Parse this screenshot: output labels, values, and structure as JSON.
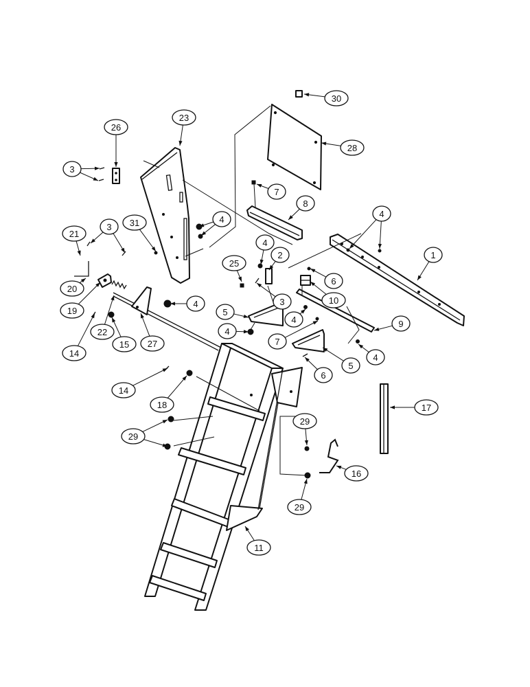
{
  "diagram": {
    "callouts": [
      {
        "id": "c30",
        "label": "30"
      },
      {
        "id": "c26",
        "label": "26"
      },
      {
        "id": "c23",
        "label": "23"
      },
      {
        "id": "c28",
        "label": "28"
      },
      {
        "id": "c3a",
        "label": "3"
      },
      {
        "id": "c7a",
        "label": "7"
      },
      {
        "id": "c8",
        "label": "8"
      },
      {
        "id": "c4a",
        "label": "4"
      },
      {
        "id": "c21",
        "label": "21"
      },
      {
        "id": "c3b",
        "label": "3"
      },
      {
        "id": "c31",
        "label": "31"
      },
      {
        "id": "c4b",
        "label": "4"
      },
      {
        "id": "c4c",
        "label": "4"
      },
      {
        "id": "c2",
        "label": "2"
      },
      {
        "id": "c1",
        "label": "1"
      },
      {
        "id": "c25",
        "label": "25"
      },
      {
        "id": "c6a",
        "label": "6"
      },
      {
        "id": "c20",
        "label": "20"
      },
      {
        "id": "c3c",
        "label": "3"
      },
      {
        "id": "c10",
        "label": "10"
      },
      {
        "id": "c19",
        "label": "19"
      },
      {
        "id": "c4d",
        "label": "4"
      },
      {
        "id": "c5a",
        "label": "5"
      },
      {
        "id": "c4e",
        "label": "4"
      },
      {
        "id": "c9",
        "label": "9"
      },
      {
        "id": "c22",
        "label": "22"
      },
      {
        "id": "c14a",
        "label": "14"
      },
      {
        "id": "c15",
        "label": "15"
      },
      {
        "id": "c27",
        "label": "27"
      },
      {
        "id": "c4f",
        "label": "4"
      },
      {
        "id": "c7b",
        "label": "7"
      },
      {
        "id": "c4g",
        "label": "4"
      },
      {
        "id": "c6b",
        "label": "6"
      },
      {
        "id": "c5b",
        "label": "5"
      },
      {
        "id": "c14b",
        "label": "14"
      },
      {
        "id": "c18",
        "label": "18"
      },
      {
        "id": "c17",
        "label": "17"
      },
      {
        "id": "c29a",
        "label": "29"
      },
      {
        "id": "c29b",
        "label": "29"
      },
      {
        "id": "c16",
        "label": "16"
      },
      {
        "id": "c29c",
        "label": "29"
      },
      {
        "id": "c11",
        "label": "11"
      }
    ]
  }
}
